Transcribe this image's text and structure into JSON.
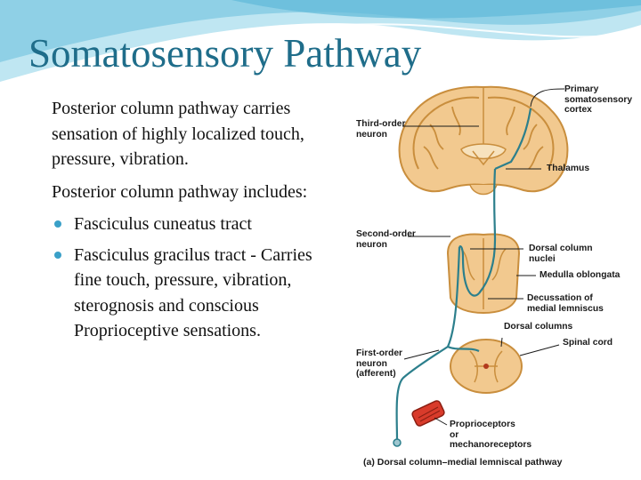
{
  "slide": {
    "title": "Somatosensory Pathway",
    "paragraphs": [
      "Posterior column pathway carries sensation of highly localized touch, pressure, vibration.",
      "Posterior column pathway includes:"
    ],
    "bullets": [
      "Fasciculus cuneatus tract",
      "Fasciculus gracilus tract - Carries fine touch, pressure, vibration, sterognosis and conscious Proprioceptive sensations."
    ],
    "colors": {
      "title": "#1f6d8a",
      "bullet": "#3aa0c8",
      "wave": "#9fd6e8",
      "nerve": "#2c7f8c",
      "tissue": "#f2c98f"
    }
  },
  "figure": {
    "labels": {
      "primary_cortex": "Primary\nsomatosensory\ncortex",
      "third_order": "Third-order\nneuron",
      "thalamus": "Thalamus",
      "second_order": "Second-order\nneuron",
      "dorsal_column_nuclei": "Dorsal column\nnuclei",
      "medulla": "Medulla oblongata",
      "decussation": "Decussation of\nmedial lemniscus",
      "dorsal_columns": "Dorsal columns",
      "spinal_cord": "Spinal cord",
      "first_order": "First-order\nneuron\n(afferent)",
      "receptors": "Proprioceptors\nor\nmechanoreceptors"
    },
    "caption": "(a) Dorsal column–medial lemniscal pathway"
  }
}
